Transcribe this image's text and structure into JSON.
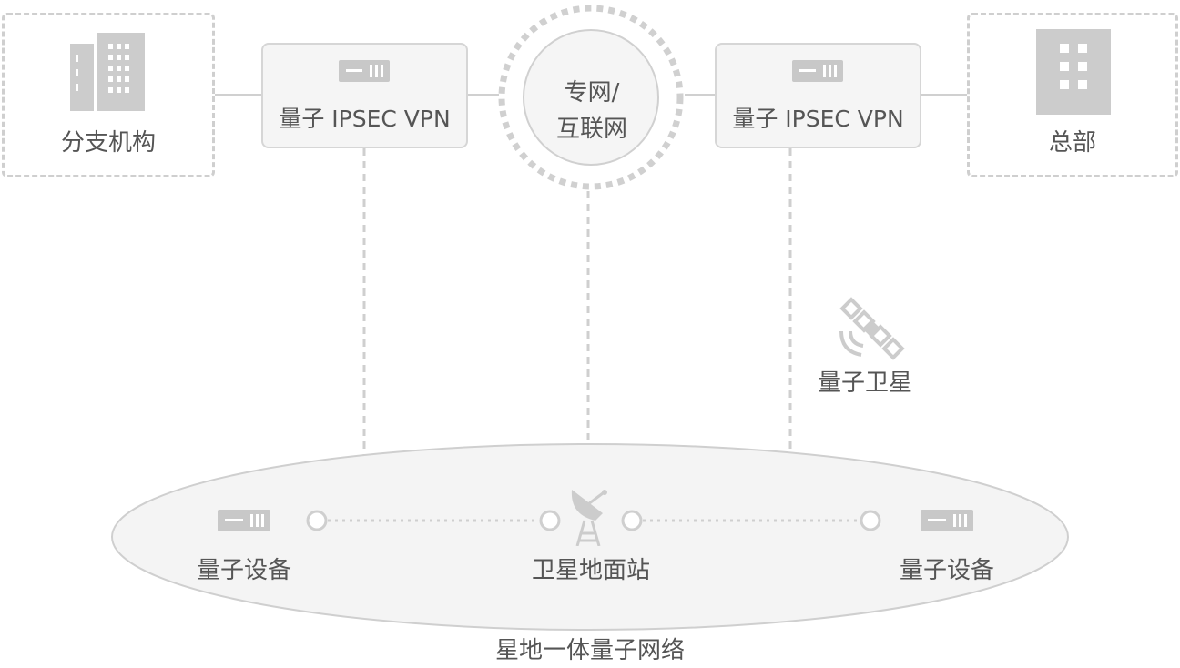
{
  "nodes": {
    "branch": {
      "label": "分支机构",
      "icon": "office-building-icon"
    },
    "hq": {
      "label": "总部",
      "icon": "headquarters-building-icon"
    },
    "vpn_left": {
      "label": "量子 IPSEC VPN",
      "icon": "server-device-icon"
    },
    "vpn_right": {
      "label": "量子 IPSEC VPN",
      "icon": "server-device-icon"
    },
    "network": {
      "line1": "专网/",
      "line2": "互联网"
    },
    "satellite": {
      "label": "量子卫星",
      "icon": "satellite-icon"
    },
    "device_left": {
      "label": "量子设备",
      "icon": "server-device-icon"
    },
    "device_right": {
      "label": "量子设备",
      "icon": "server-device-icon"
    },
    "ground_station": {
      "label": "卫星地面站",
      "icon": "satellite-dish-icon"
    }
  },
  "network_area": {
    "label": "星地一体量子网络"
  },
  "colors": {
    "stroke": "#cfcfcf",
    "icon": "#c8c8c8",
    "text": "#555555",
    "fill": "#f5f5f5"
  }
}
